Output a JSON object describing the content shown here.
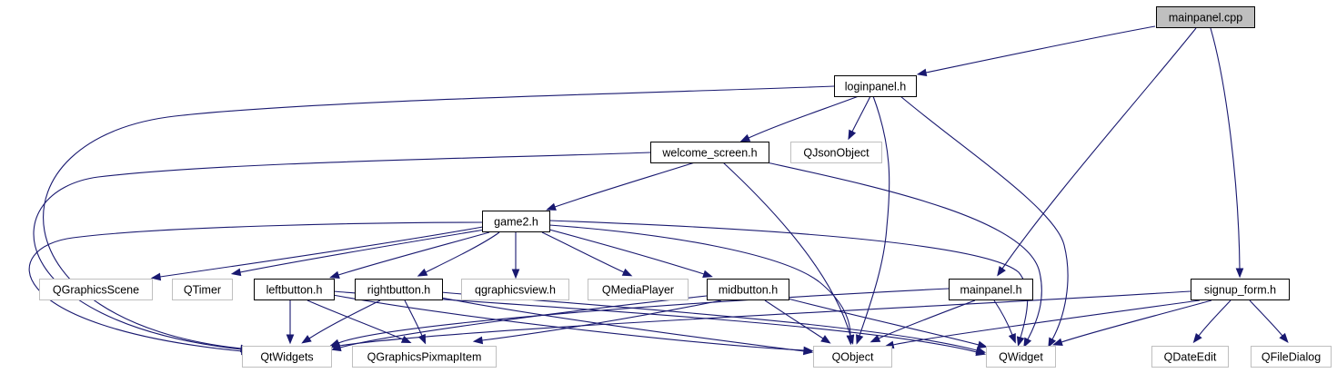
{
  "diagram": {
    "nodes": [
      {
        "id": "mainpanel_cpp",
        "label": "mainpanel.cpp",
        "style": "root"
      },
      {
        "id": "loginpanel_h",
        "label": "loginpanel.h",
        "style": "file"
      },
      {
        "id": "welcome_screen_h",
        "label": "welcome_screen.h",
        "style": "file"
      },
      {
        "id": "QJsonObject",
        "label": "QJsonObject",
        "style": "external"
      },
      {
        "id": "game2_h",
        "label": "game2.h",
        "style": "file"
      },
      {
        "id": "QGraphicsScene",
        "label": "QGraphicsScene",
        "style": "external"
      },
      {
        "id": "QTimer",
        "label": "QTimer",
        "style": "external"
      },
      {
        "id": "leftbutton_h",
        "label": "leftbutton.h",
        "style": "file"
      },
      {
        "id": "rightbutton_h",
        "label": "rightbutton.h",
        "style": "file"
      },
      {
        "id": "qgraphicsview_h",
        "label": "qgraphicsview.h",
        "style": "external"
      },
      {
        "id": "QMediaPlayer",
        "label": "QMediaPlayer",
        "style": "external"
      },
      {
        "id": "midbutton_h",
        "label": "midbutton.h",
        "style": "file"
      },
      {
        "id": "mainpanel_h",
        "label": "mainpanel.h",
        "style": "file"
      },
      {
        "id": "signup_form_h",
        "label": "signup_form.h",
        "style": "file"
      },
      {
        "id": "QtWidgets",
        "label": "QtWidgets",
        "style": "external"
      },
      {
        "id": "QGraphicsPixmapItem",
        "label": "QGraphicsPixmapItem",
        "style": "external"
      },
      {
        "id": "QObject",
        "label": "QObject",
        "style": "external"
      },
      {
        "id": "QWidget",
        "label": "QWidget",
        "style": "external"
      },
      {
        "id": "QDateEdit",
        "label": "QDateEdit",
        "style": "external"
      },
      {
        "id": "QFileDialog",
        "label": "QFileDialog",
        "style": "external"
      }
    ],
    "edges": [
      {
        "from": "mainpanel_cpp",
        "to": "loginpanel_h"
      },
      {
        "from": "mainpanel_cpp",
        "to": "mainpanel_h"
      },
      {
        "from": "mainpanel_cpp",
        "to": "signup_form_h"
      },
      {
        "from": "loginpanel_h",
        "to": "welcome_screen_h"
      },
      {
        "from": "loginpanel_h",
        "to": "QJsonObject"
      },
      {
        "from": "loginpanel_h",
        "to": "QtWidgets"
      },
      {
        "from": "loginpanel_h",
        "to": "QObject"
      },
      {
        "from": "loginpanel_h",
        "to": "QWidget"
      },
      {
        "from": "welcome_screen_h",
        "to": "game2_h"
      },
      {
        "from": "welcome_screen_h",
        "to": "QtWidgets"
      },
      {
        "from": "welcome_screen_h",
        "to": "QObject"
      },
      {
        "from": "welcome_screen_h",
        "to": "QWidget"
      },
      {
        "from": "game2_h",
        "to": "QGraphicsScene"
      },
      {
        "from": "game2_h",
        "to": "QTimer"
      },
      {
        "from": "game2_h",
        "to": "leftbutton_h"
      },
      {
        "from": "game2_h",
        "to": "rightbutton_h"
      },
      {
        "from": "game2_h",
        "to": "qgraphicsview_h"
      },
      {
        "from": "game2_h",
        "to": "QMediaPlayer"
      },
      {
        "from": "game2_h",
        "to": "midbutton_h"
      },
      {
        "from": "game2_h",
        "to": "QtWidgets"
      },
      {
        "from": "game2_h",
        "to": "QObject"
      },
      {
        "from": "game2_h",
        "to": "QWidget"
      },
      {
        "from": "leftbutton_h",
        "to": "QtWidgets"
      },
      {
        "from": "leftbutton_h",
        "to": "QGraphicsPixmapItem"
      },
      {
        "from": "leftbutton_h",
        "to": "QObject"
      },
      {
        "from": "leftbutton_h",
        "to": "QWidget"
      },
      {
        "from": "rightbutton_h",
        "to": "QtWidgets"
      },
      {
        "from": "rightbutton_h",
        "to": "QGraphicsPixmapItem"
      },
      {
        "from": "rightbutton_h",
        "to": "QObject"
      },
      {
        "from": "rightbutton_h",
        "to": "QWidget"
      },
      {
        "from": "midbutton_h",
        "to": "QtWidgets"
      },
      {
        "from": "midbutton_h",
        "to": "QGraphicsPixmapItem"
      },
      {
        "from": "midbutton_h",
        "to": "QObject"
      },
      {
        "from": "midbutton_h",
        "to": "QWidget"
      },
      {
        "from": "mainpanel_h",
        "to": "QtWidgets"
      },
      {
        "from": "mainpanel_h",
        "to": "QObject"
      },
      {
        "from": "mainpanel_h",
        "to": "QWidget"
      },
      {
        "from": "signup_form_h",
        "to": "QtWidgets"
      },
      {
        "from": "signup_form_h",
        "to": "QObject"
      },
      {
        "from": "signup_form_h",
        "to": "QWidget"
      },
      {
        "from": "signup_form_h",
        "to": "QDateEdit"
      },
      {
        "from": "signup_form_h",
        "to": "QFileDialog"
      }
    ]
  },
  "colors": {
    "edge": "#191970",
    "file_border": "#000000",
    "external_border": "#bfbfbf",
    "root_fill": "#bfbfbf",
    "text": "#000000"
  }
}
